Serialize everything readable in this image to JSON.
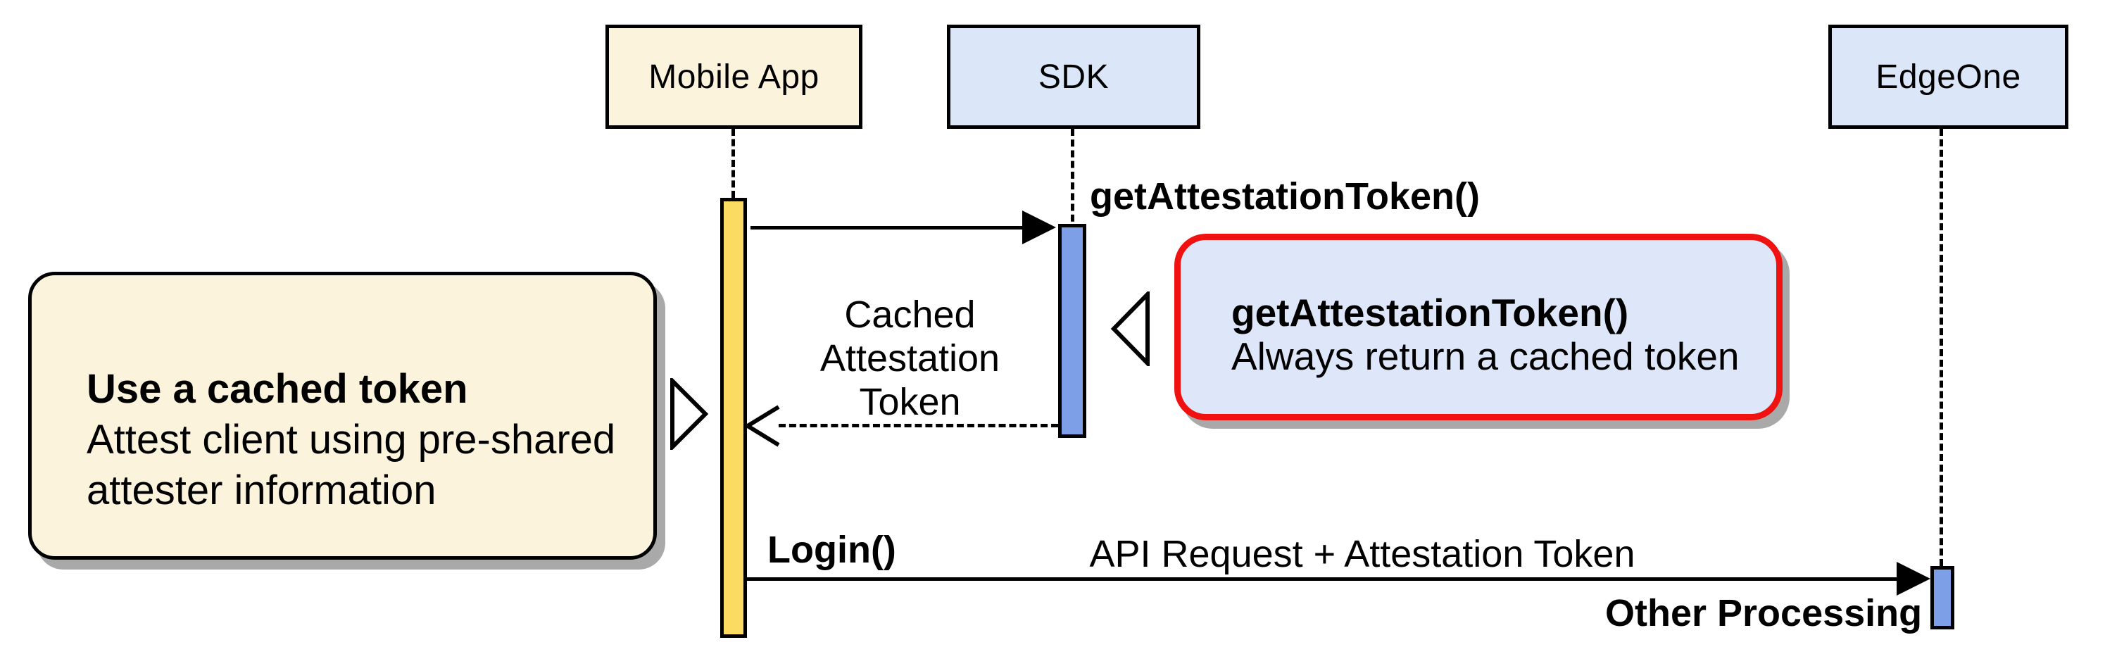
{
  "diagram": {
    "type": "sequence-diagram",
    "participants": [
      {
        "id": "mobile-app",
        "label": "Mobile App",
        "fill": "#FBF3DC"
      },
      {
        "id": "sdk",
        "label": "SDK",
        "fill": "#DBE6F8"
      },
      {
        "id": "edgeone",
        "label": "EdgeOne",
        "fill": "#DBE6F8"
      }
    ],
    "messages": [
      {
        "id": "call-get-attestation-token",
        "label": "getAttestationToken()",
        "from": "Mobile App",
        "to": "SDK",
        "style": "solid-arrow"
      },
      {
        "id": "return-cached-token",
        "label": "Cached Attestation Token",
        "from": "SDK",
        "to": "Mobile App",
        "style": "dashed-open-arrow"
      },
      {
        "id": "login-call",
        "label": "Login()",
        "from": "Mobile App",
        "to": "EdgeOne",
        "style": "solid-arrow"
      },
      {
        "id": "api-request",
        "label": "API Request + Attestation Token",
        "from": "Mobile App",
        "to": "EdgeOne",
        "style": "solid-arrow"
      },
      {
        "id": "other-processing",
        "label": "Other Processing",
        "at": "EdgeOne",
        "style": "text"
      }
    ],
    "notes": [
      {
        "id": "use-cached-token-note",
        "title": "Use a cached token",
        "body": "Attest client using pre-shared attester information",
        "fill": "#FBF3DC",
        "border": "#000000",
        "points_at": "Mobile App activation"
      },
      {
        "id": "get-attestation-token-note",
        "title": "getAttestationToken()",
        "body": "Always return a cached token",
        "fill": "#DEE7FA",
        "border": "#F01111",
        "points_at": "SDK activation"
      }
    ],
    "colors": {
      "background": "#FFFFFF",
      "participant_cream_fill": "#FBF3DC",
      "participant_blue_fill": "#DBE6F8",
      "activation_gold_fill": "#FBDB61",
      "activation_blue_fill": "#7D9FE8",
      "note_cream_fill": "#FBF3DC",
      "note_blue_fill": "#DEE7FA",
      "highlight_red_border": "#F01111",
      "line_black": "#000000",
      "shadow_gray": "#A9A9A9"
    }
  }
}
